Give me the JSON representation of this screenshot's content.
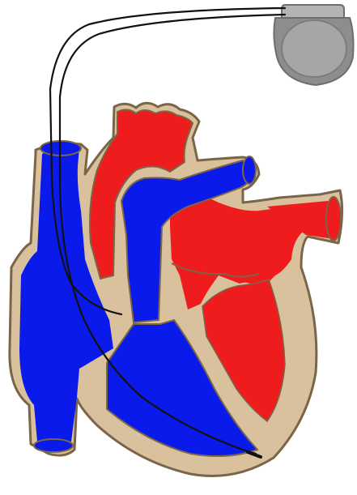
{
  "diagram": {
    "subject": "pacemaker-heart-illustration",
    "colors": {
      "background": "#ffffff",
      "oxygenated_blood": "#ee1c1c",
      "deoxygenated_blood": "#0a1aeb",
      "heart_wall": "#d9c19d",
      "outline": "#7a6549",
      "device_body": "#8d8d8d",
      "device_highlight": "#b4b4b4",
      "lead_wire": "#111111"
    },
    "parts": [
      "pacemaker-device",
      "pacing-leads",
      "aorta",
      "pulmonary-artery",
      "pulmonary-veins",
      "superior-vena-cava",
      "inferior-vena-cava",
      "right-atrium",
      "right-ventricle",
      "left-atrium",
      "left-ventricle"
    ]
  }
}
